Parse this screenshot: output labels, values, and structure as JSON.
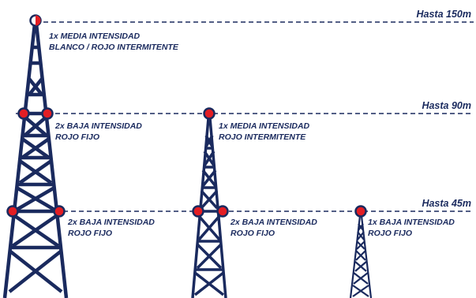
{
  "colors": {
    "navy": "#1a2a5e",
    "red": "#e31e24",
    "white": "#ffffff"
  },
  "levels": [
    {
      "label": "Hasta 150m"
    },
    {
      "label": "Hasta 90m"
    },
    {
      "label": "Hasta 45m"
    }
  ],
  "annotations": {
    "tower1_top": {
      "line1": "1x MEDIA INTENSIDAD",
      "line2": "BLANCO / ROJO INTERMITENTE"
    },
    "tower1_mid": {
      "line1": "2x BAJA INTENSIDAD",
      "line2": "ROJO FIJO"
    },
    "tower1_low": {
      "line1": "2x BAJA INTENSIDAD",
      "line2": "ROJO FIJO"
    },
    "tower2_top": {
      "line1": "1x MEDIA INTENSIDAD",
      "line2": "ROJO INTERMITENTE"
    },
    "tower2_low": {
      "line1": "2x BAJA INTENSIDAD",
      "line2": "ROJO FIJO"
    },
    "tower3_top": {
      "line1": "1x BAJA INTENSIDAD",
      "line2": "ROJO FIJO"
    }
  }
}
